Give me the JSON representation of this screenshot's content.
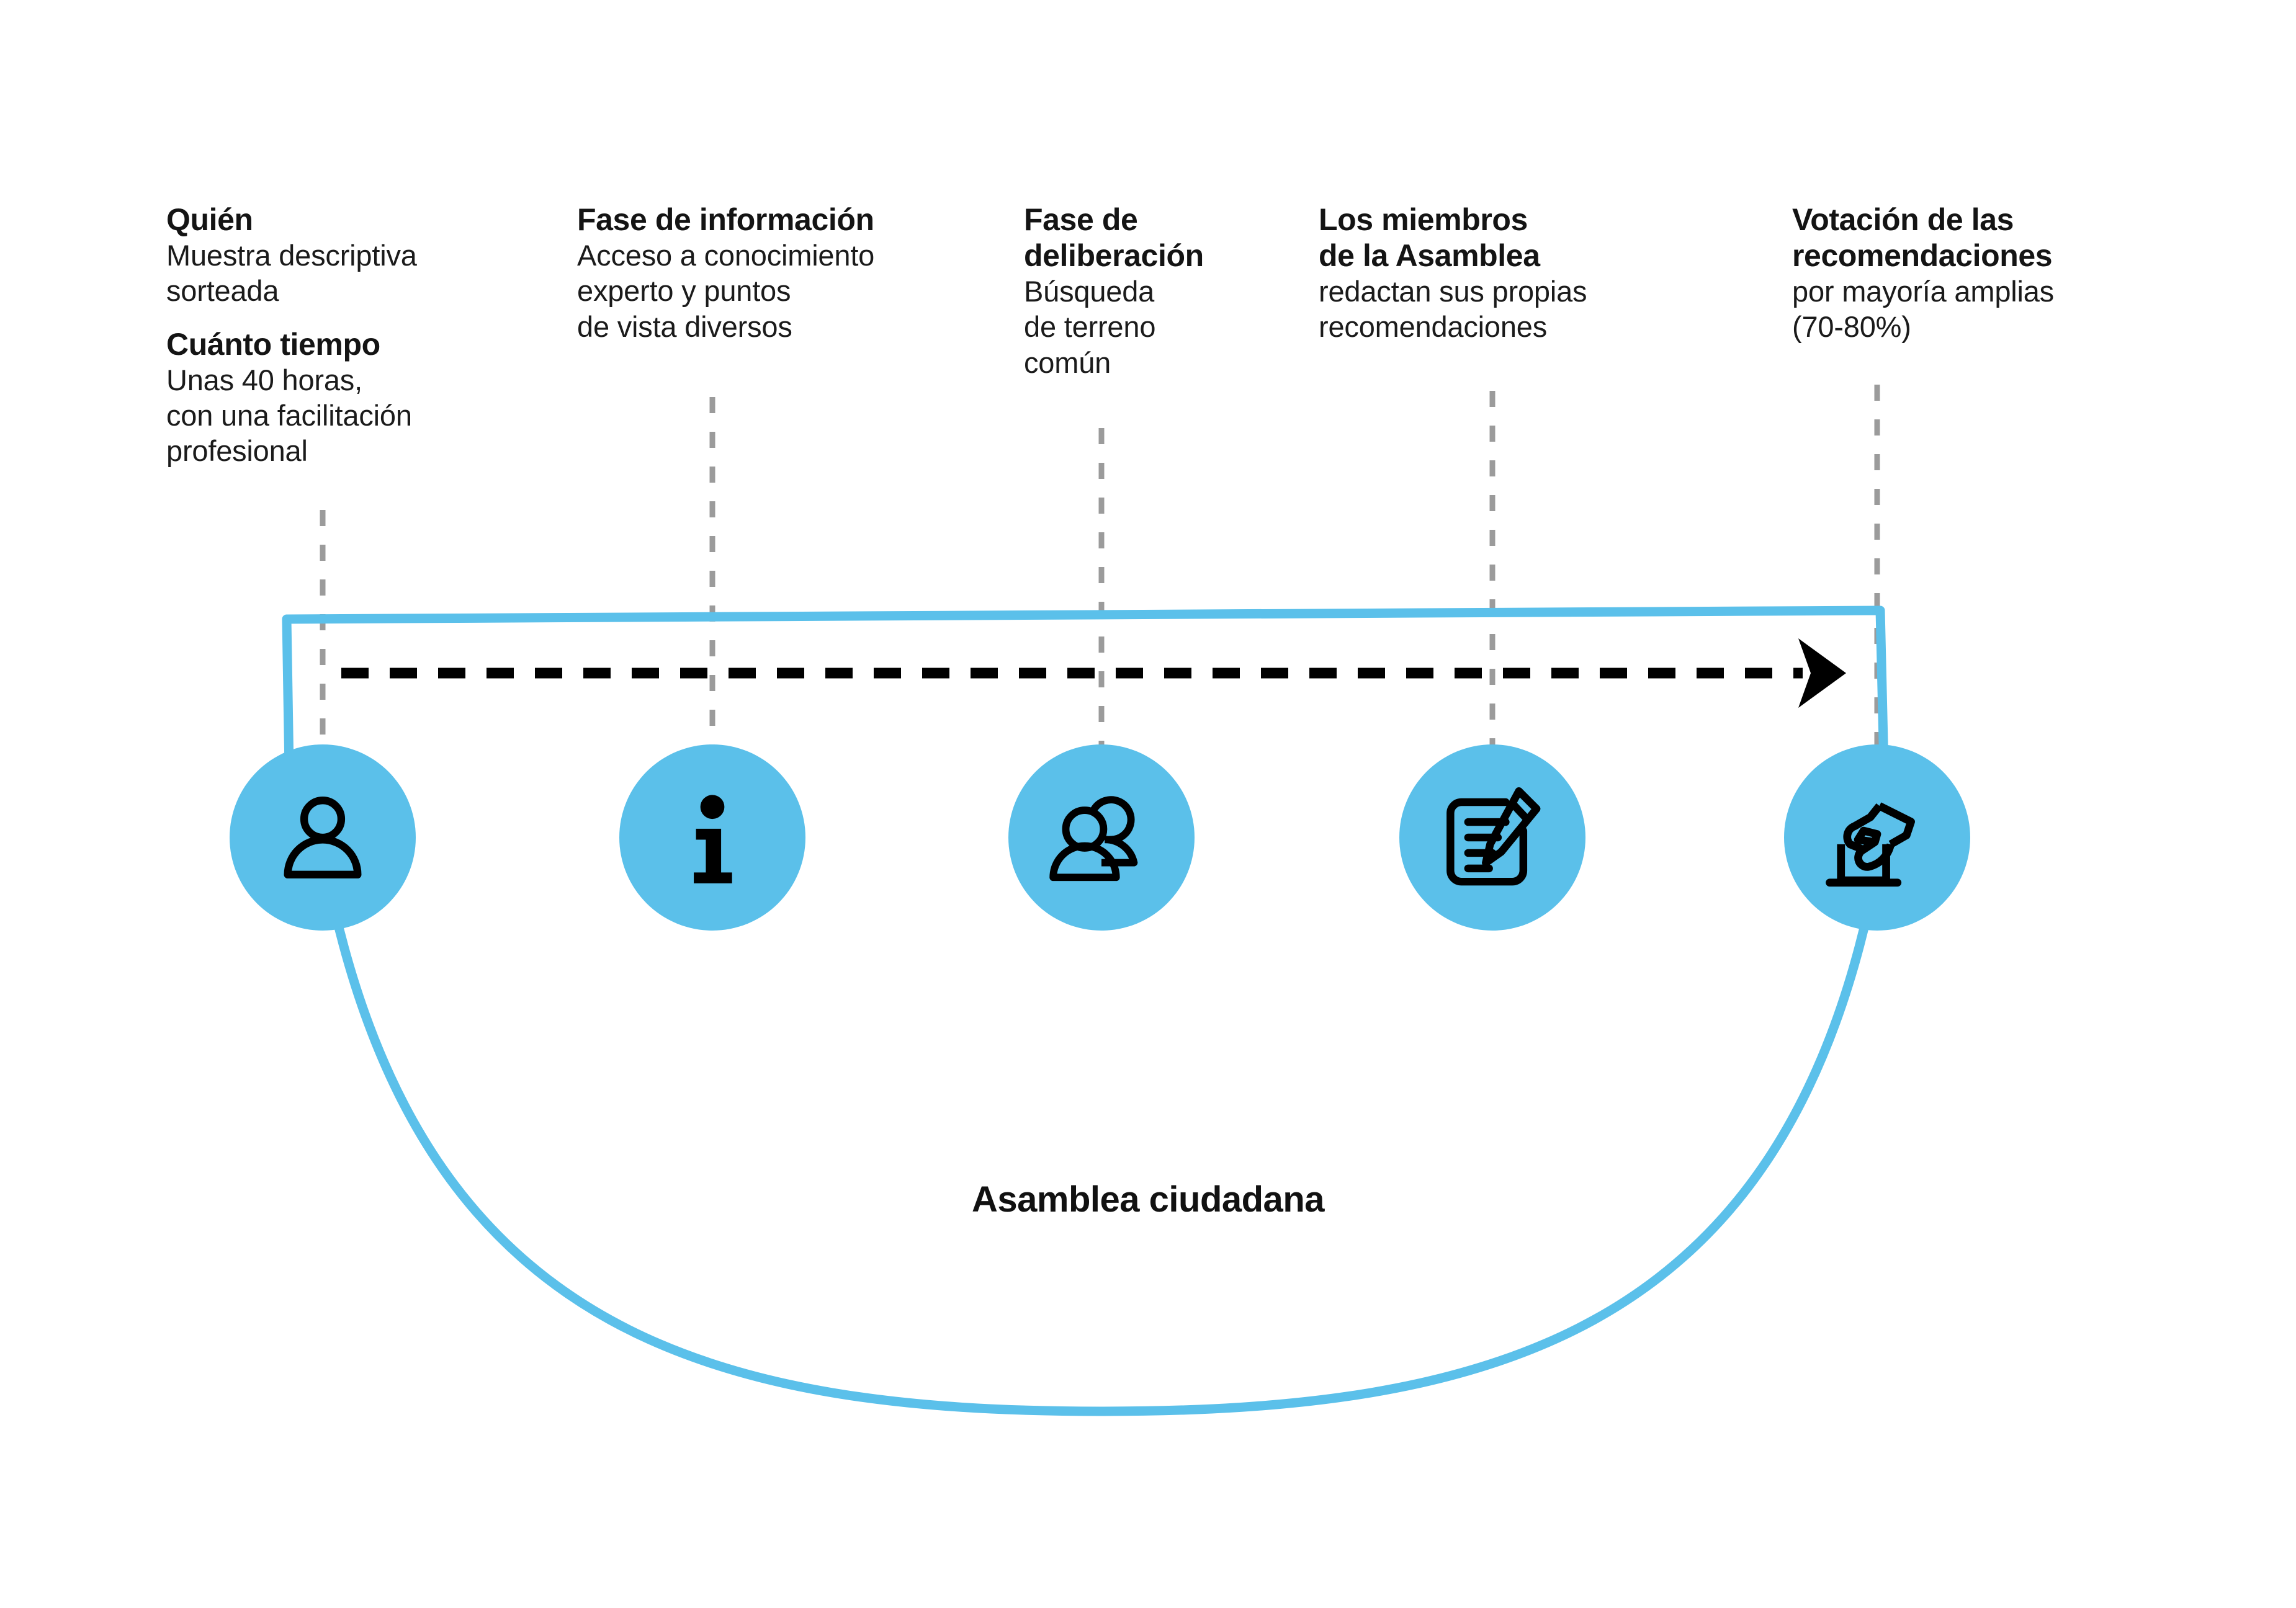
{
  "colors": {
    "accent_blue": "#5BC0EA",
    "ink": "#111111",
    "dashed_gray": "#9b9b9b",
    "arrow_black": "#000000",
    "background": "#FFFFFF"
  },
  "caption": {
    "text": "Asamblea ciudadana"
  },
  "steps": [
    {
      "id": "quien",
      "icon": "person-icon",
      "blocks": [
        {
          "head": "Quién",
          "body": "Muestra descriptiva\nsorteada"
        },
        {
          "head": "Cuánto tiempo",
          "body": "Unas 40 horas,\ncon una facilitación\nprofesional"
        }
      ]
    },
    {
      "id": "informacion",
      "icon": "information-icon",
      "blocks": [
        {
          "head": "Fase de información",
          "body": "Acceso a conocimiento\nexperto y puntos\nde vista diversos"
        }
      ]
    },
    {
      "id": "deliberacion",
      "icon": "people-group-icon",
      "blocks": [
        {
          "head": "Fase de\ndeliberación",
          "body": "Búsqueda\nde terreno\ncomún"
        }
      ]
    },
    {
      "id": "recomendaciones",
      "icon": "document-pencil-icon",
      "blocks": [
        {
          "head": "Los miembros\nde la Asamblea",
          "body": "redactan sus propias\nrecomendaciones"
        }
      ]
    },
    {
      "id": "votacion",
      "icon": "ballot-hand-icon",
      "blocks": [
        {
          "head": "Votación de las\nrecomendaciones",
          "body": "por mayoría amplias\n(70-80%)"
        }
      ]
    }
  ],
  "labels": {
    "s1_h1": "Quién",
    "s1_b1": "Muestra descriptiva\nsorteada",
    "s1_h2": "Cuánto tiempo",
    "s1_b2": "Unas 40 horas,\ncon una facilitación\nprofesional",
    "s2_h1": "Fase de información",
    "s2_b1": "Acceso a conocimiento\nexperto y puntos\nde vista diversos",
    "s3_h1": "Fase de\ndeliberación",
    "s3_b1": "Búsqueda\nde terreno\ncomún",
    "s4_h1": "Los miembros\nde la Asamblea",
    "s4_b1": "redactan sus propias\nrecomendaciones",
    "s5_h1": "Votación de las\nrecomendaciones",
    "s5_b1": "por mayoría amplias\n(70-80%)"
  }
}
